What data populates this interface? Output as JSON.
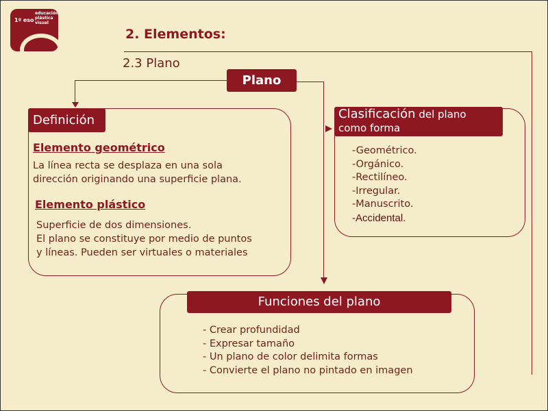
{
  "logo": {
    "grade": "1º eso",
    "subject": "educación plástica visual"
  },
  "header": {
    "title": "2. Elementos:",
    "subtitle": "2.3 Plano"
  },
  "center": {
    "label": "Plano"
  },
  "definicion": {
    "title": "Definición",
    "geometrico_heading": "Elemento geométrico",
    "geometrico_text": [
      "La línea recta se desplaza en una sola",
      "dirección originando una superficie plana."
    ],
    "plastico_heading": "Elemento plástico",
    "plastico_text": [
      "Superficie de dos dimensiones.",
      "El plano se constituye por medio de puntos",
      "y líneas. Pueden ser virtuales o materiales"
    ]
  },
  "clasificacion": {
    "title_main": "Clasificación",
    "title_rest": " del plano",
    "title_line2": "como forma",
    "items": [
      "-Geométrico.",
      "-Orgánico.",
      "-Rectilíneo.",
      "-Irregular.",
      "-Manuscrito.",
      "-Accidental."
    ]
  },
  "funciones": {
    "title": "Funciones del plano",
    "items": [
      "- Crear profundidad",
      "- Expresar tamaño",
      "- Un plano de color delimita formas",
      "- Convierte el plano no pintado en imagen"
    ]
  },
  "colors": {
    "accent": "#8e1822",
    "background": "#f5ecca",
    "text": "#6b2418"
  }
}
